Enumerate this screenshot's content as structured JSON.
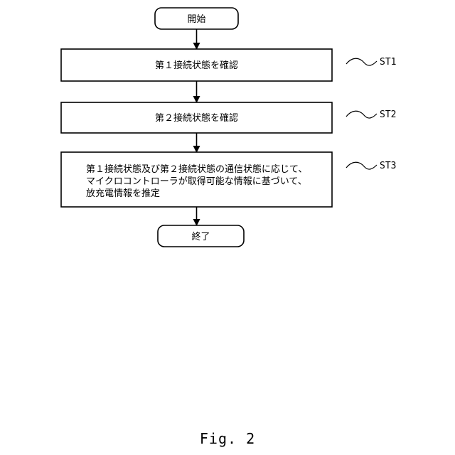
{
  "flowchart": {
    "start": {
      "label": "開始"
    },
    "steps": [
      {
        "id": "ST1",
        "lines": [
          "第１接続状態を確認"
        ]
      },
      {
        "id": "ST2",
        "lines": [
          "第２接続状態を確認"
        ]
      },
      {
        "id": "ST3",
        "lines": [
          "第１接続状態及び第２接続状態の通信状態に応じて、",
          "マイクロコントローラが取得可能な情報に基づいて、",
          "放充電情報を推定"
        ]
      }
    ],
    "end": {
      "label": "終了"
    }
  },
  "caption": "Fig. 2"
}
